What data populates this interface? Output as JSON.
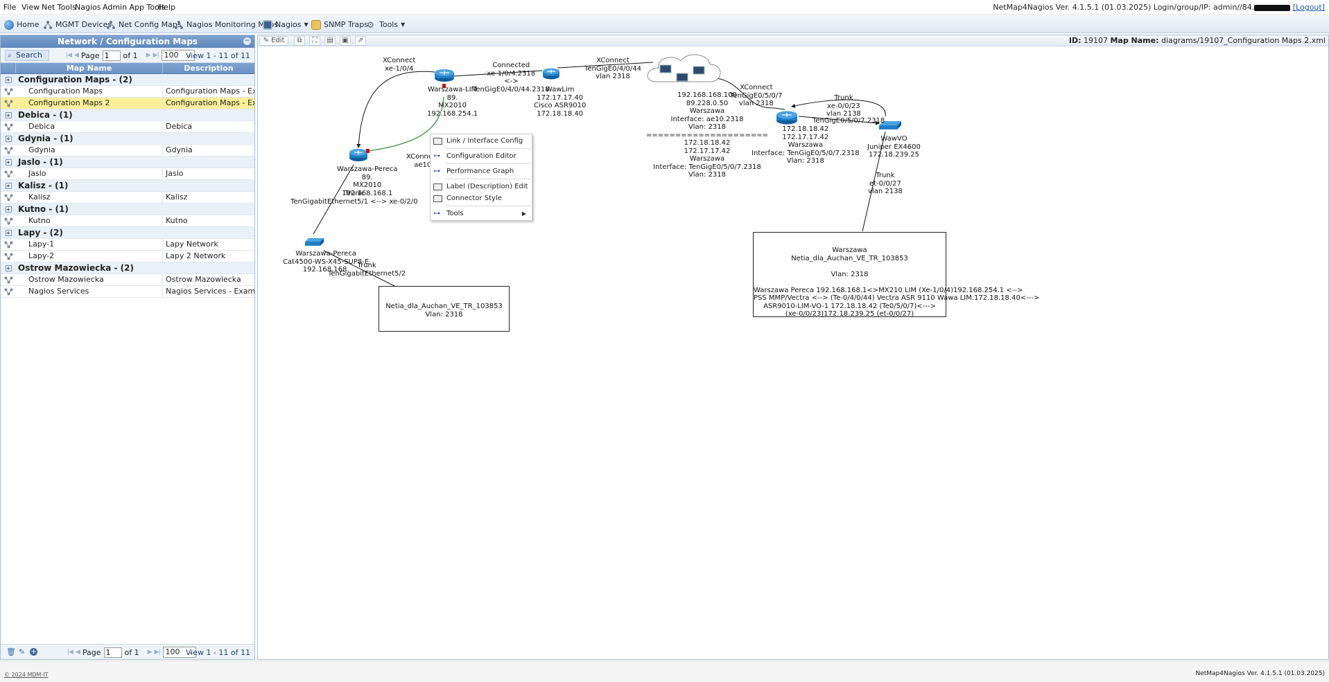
{
  "menubar": {
    "items": [
      "File",
      "View",
      "Net Tools",
      "Nagios",
      "Admin App Tools",
      "Help"
    ],
    "app_info": "NetMap4Nagios Ver. 4.1.5.1 (01.03.2025) Login/group/IP: admin//84.",
    "logout": "[Logout]"
  },
  "toolbar": {
    "items": [
      "Home",
      "MGMT Devices",
      "Net Config Maps",
      "Nagios Monitoring Maps",
      "Nagios",
      "SNMP Traps",
      "Tools"
    ]
  },
  "left_panel": {
    "title": "Network / Configuration Maps",
    "search_label": "Search",
    "page_label": "Page",
    "page_value": "1",
    "of_label": "of 1",
    "rows_per_page": "100",
    "view_info": "View 1 - 11 of 11",
    "col_map_name": "Map Name",
    "col_description": "Description",
    "rows": [
      {
        "type": "group",
        "label": "Configuration Maps - (2)"
      },
      {
        "type": "item",
        "name": "Configuration Maps",
        "desc": "Configuration Maps - Examples",
        "selected": false
      },
      {
        "type": "item",
        "name": "Configuration Maps 2",
        "desc": "Configuration Maps - Examples",
        "selected": true
      },
      {
        "type": "group",
        "label": "Debica - (1)"
      },
      {
        "type": "item",
        "name": "Debica",
        "desc": "Debica",
        "selected": false
      },
      {
        "type": "group",
        "label": "Gdynia - (1)"
      },
      {
        "type": "item",
        "name": "Gdynia",
        "desc": "Gdynia",
        "selected": false
      },
      {
        "type": "group",
        "label": "Jaslo - (1)"
      },
      {
        "type": "item",
        "name": "Jaslo",
        "desc": "Jaslo",
        "selected": false
      },
      {
        "type": "group",
        "label": "Kalisz - (1)"
      },
      {
        "type": "item",
        "name": "Kalisz",
        "desc": "Kalisz",
        "selected": false
      },
      {
        "type": "group",
        "label": "Kutno - (1)"
      },
      {
        "type": "item",
        "name": "Kutno",
        "desc": "Kutno",
        "selected": false
      },
      {
        "type": "group",
        "label": "Lapy - (2)"
      },
      {
        "type": "item",
        "name": "Lapy-1",
        "desc": "Lapy Network",
        "selected": false
      },
      {
        "type": "item",
        "name": "Lapy-2",
        "desc": "Lapy 2 Network",
        "selected": false
      },
      {
        "type": "group",
        "label": "Ostrow Mazowiecka - (2)"
      },
      {
        "type": "item",
        "name": "Ostrow Mazowiecka",
        "desc": "Ostrow Mazowiecka",
        "selected": false
      },
      {
        "type": "item",
        "name": "Nagios Services",
        "desc": "Nagios Services - Example",
        "selected": false
      }
    ],
    "footer": {
      "page_label": "Page",
      "page_value": "1",
      "of_label": "of 1",
      "rows_per_page": "100",
      "view_info": "View 1 - 11 of 11"
    }
  },
  "right_panel": {
    "edit_label": "Edit",
    "id_label": "ID:",
    "id_value": "19107",
    "map_name_label": "Map Name:",
    "map_name_value": "diagrams/19107_Configuration Maps 2.xml"
  },
  "map": {
    "labels": {
      "xc1": "XConnect\nxe-1/0/4",
      "waw_lim_node": "Warszawa-LIM\n89.\nMX2010\n192.168.254.1",
      "connected": "Connected\nxe-1/0/4.2318\n<->\nTenGigE0/4/0/44.2318",
      "wawlim": "WawLim\n172.17.17.40\nCisco ASR9010\n172.18.18.40",
      "xc2": "XConnect\nTenGigE0/4/0/44\nvlan 2318",
      "cloud": "192.168.168.100\n89.228.0.50\nWarszawa\nInterface: ae10.2318\nVlan: 2318\n=====================\n172.18.18.42\n172.17.17.42\nWarszawa\nInterface: TenGigE0/5/0/7.2318\nVlan: 2318",
      "xc3": "XConnect\nTenGigE0/5/0/7\nvlan 2318",
      "r3": "172.18.18.42\n172.17.17.42\nWarszawa\nInterface: TenGigE0/5/0/7.2318\nVlan: 2318",
      "trunk_top": "Trunk\nxe-0/0/23\nvlan 2138",
      "te_link": "TenGigE0/5/0/7.2318",
      "wawvo": "WawVO\nJuniper EX4600\n172.18.239.25",
      "trunk_right": "Trunk\net-0/0/27\nvlan 2138",
      "waw_pereca": "Warszawa-Pereca\n89.\nMX2010\n192.168.168.1",
      "xc_ae10": "XConnect\nae10",
      "trunk_left": "Trunk\nTenGigabitEthernet5/1 <--> xe-0/2/0",
      "switch_left": "Warszawa-Pereca\nCat4500-WS-X45-SUP8-E\n192.168.168.",
      "trunk_bottom": "Trunk\nTenGigabitEthernet5/2",
      "box_left": "Netia_dla_Auchan_VE_TR_103853\nVlan: 2318",
      "box_right": "Warszawa\nNetia_dla_Auchan_VE_TR_103853\n\nVlan: 2318\n\nWarszawa Pereca 192.168.168.1<>MX210 LIM (Xe-1/0/4)192.168.254.1 <-->\nPSS MMP/Vectra <--> (Te-0/4/0/44) Vectra ASR 9110 Wawa LIM.172.18.18.40<--->\nASR9010-LIM-VO-1 172.18.18.42 (Te0/5/0/7)<--->\n(xe-0/0/23)172.18.239.25 (et-0/0/27)"
    }
  },
  "context_menu": {
    "items": [
      "Link / Interface Config",
      "Configuration Editor",
      "Performance Graph",
      "Label (Description) Edit",
      "Connector Style",
      "Tools"
    ]
  },
  "status": {
    "copyright": "© 2024 MDM-IT",
    "version": "NetMap4Nagios Ver. 4.1.5.1 (01.03.2025)"
  },
  "colors": {
    "header_blue": "#6b92c4",
    "selected_row": "#fbef9a",
    "router_blue": "#1f7fc6",
    "link_green": "#2e8b2e",
    "alert_red": "#cc1111"
  }
}
